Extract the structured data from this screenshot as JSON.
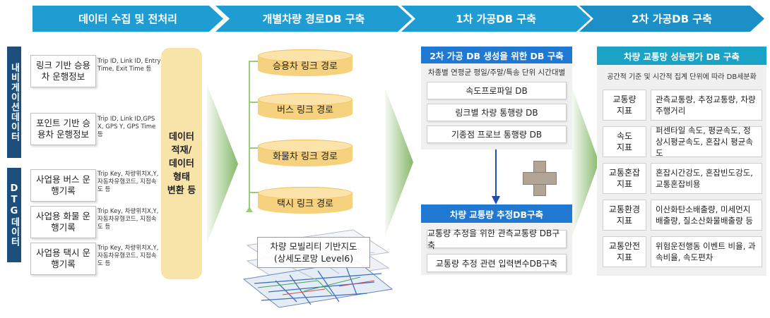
{
  "stages": [
    "데이터 수집 및 전처리",
    "개별차량 경로DB 구축",
    "1차 가공DB 구축",
    "2차 가공DB 구축"
  ],
  "side_labels": {
    "navigation": "내비게이션데이터",
    "dtg": "DTG데이터"
  },
  "sources": [
    {
      "name": "링크 기반 승용차 운행정보",
      "desc": "Trip ID, Link ID, Entry Time, Exit Time 등"
    },
    {
      "name": "포인트 기반 승용차 운행정보",
      "desc": "Trip ID, Link ID,GPS X, GPS Y, GPS Time 등"
    },
    {
      "name": "사업용 버스 운행기록",
      "desc": "Trip Key, 차량위치X,Y, 자동차유형코드, 지점속도 등"
    },
    {
      "name": "사업용 화물 운행기록",
      "desc": "Trip Key, 차량위치X,Y, 자동차유형코드, 지점속도 등"
    },
    {
      "name": "사업용 택시 운행기록",
      "desc": "Trip Key, 차량위치X,Y, 자동차유형코드, 지점속도 등"
    }
  ],
  "transform_label": "데이터\n적재/\n데이터\n형태\n변환 등",
  "route_dbs": [
    "승용차 링크 경로",
    "버스 링크 경로",
    "화물차 링크 경로",
    "택시 링크 경로"
  ],
  "map": {
    "line1": "차량 모빌리티 기반지도",
    "line2": "(상세도로망 Level6)"
  },
  "panel1": {
    "title": "2차 가공 DB 생성을 위한 DB 구축",
    "subtitle": "차종별 연평균 평일/주말/특송 단위 시간대별",
    "items": [
      "속도프로파일 DB",
      "링크별 차량 통행량 DB",
      "기종점 프로브 통행량 DB"
    ]
  },
  "panel2": {
    "title": "차량 교통량 추정DB구축",
    "items": [
      "교통량 추정을 위한 관측교통량 DB구축",
      "교통량 추정 관련 입력변수DB구축"
    ]
  },
  "panel3": {
    "title": "차량 교통망 성능평가 DB 구축",
    "subtitle": "공간적 기준 및 시간적 집계 단위에 따라 DB세분화",
    "metrics": [
      {
        "label": "교통량\n지표",
        "desc": "관측교통량, 추정교통량, 차량주행거리"
      },
      {
        "label": "속도\n지표",
        "desc": "퍼센타일 속도, 평균속도, 정상시평균속도, 혼잡시 평균속도"
      },
      {
        "label": "교통혼잡\n지표",
        "desc": "혼잡시간강도, 혼잡빈도강도, 교통혼잡비용"
      },
      {
        "label": "교통환경\n지표",
        "desc": "이산화탄소배출량, 미세먼지배출량, 질소산화물배출량 등"
      },
      {
        "label": "교통안전\n지표",
        "desc": "위험운전행동 이벤트 비율, 과속비율, 속도편차"
      }
    ]
  },
  "colors": {
    "stage": "#1f9dd2",
    "side_label": "#1d4f7c",
    "cylinder": "#f7d27e",
    "panel_title": "#1f78d1",
    "panel_title_teal": "#1aa3c7",
    "transform": "#f8e3a8",
    "arrow": "#86b86a"
  }
}
